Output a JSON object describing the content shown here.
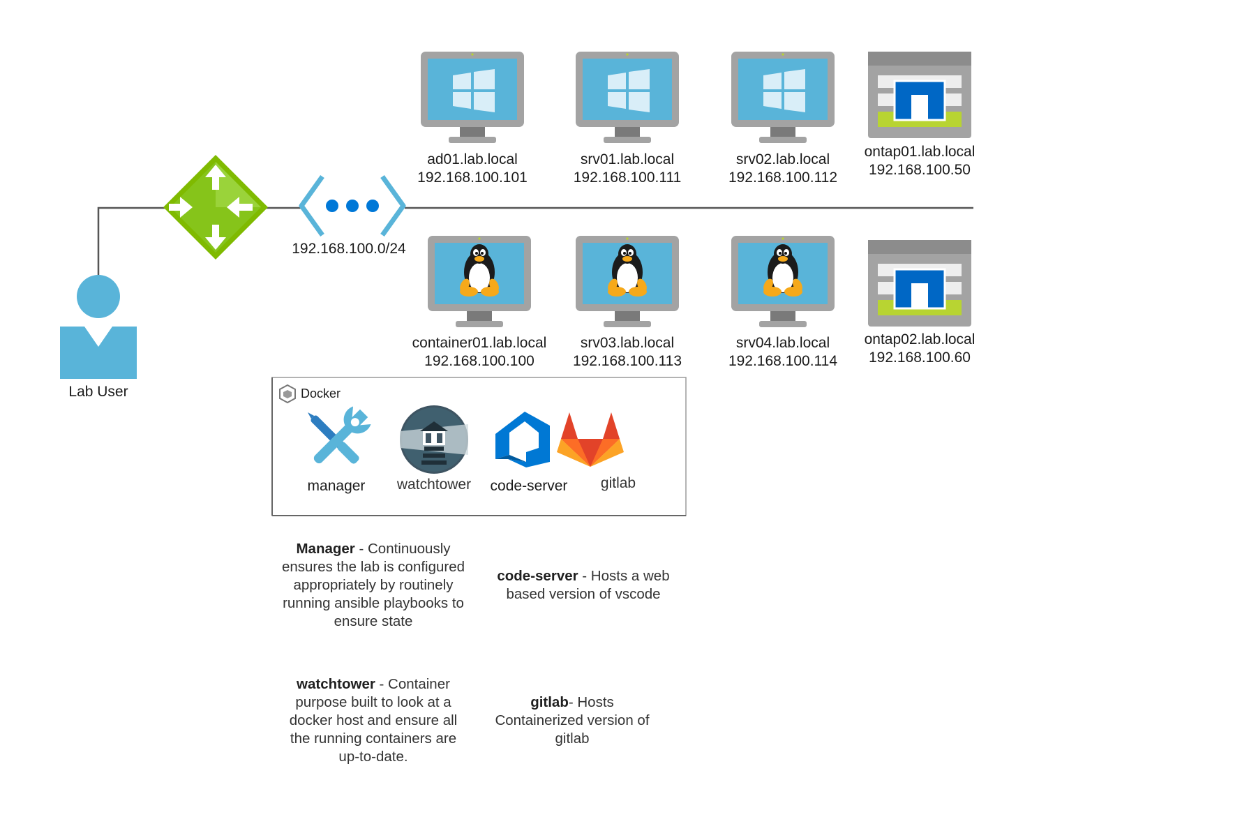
{
  "user": {
    "label": "Lab User"
  },
  "network": {
    "label": "192.168.100.0/24"
  },
  "windows_hosts": [
    {
      "name": "ad01.lab.local",
      "ip": "192.168.100.101"
    },
    {
      "name": "srv01.lab.local",
      "ip": "192.168.100.111"
    },
    {
      "name": "srv02.lab.local",
      "ip": "192.168.100.112"
    }
  ],
  "linux_hosts": [
    {
      "name": "container01.lab.local",
      "ip": "192.168.100.100"
    },
    {
      "name": "srv03.lab.local",
      "ip": "192.168.100.113"
    },
    {
      "name": "srv04.lab.local",
      "ip": "192.168.100.114"
    }
  ],
  "storage": [
    {
      "name": "ontap01.lab.local",
      "ip": "192.168.100.50"
    },
    {
      "name": "ontap02.lab.local",
      "ip": "192.168.100.60"
    }
  ],
  "docker": {
    "title": "Docker",
    "containers": [
      {
        "label": "manager"
      },
      {
        "label": "watchtower"
      },
      {
        "label": "code-server"
      },
      {
        "label": "gitlab"
      }
    ]
  },
  "descriptions": {
    "manager": {
      "title": "Manager",
      "text": " - Continuously ensures the lab is configured appropriately by routinely running ansible playbooks to ensure state"
    },
    "code_server": {
      "title": "code-server",
      "text": " - Hosts a web based version of vscode"
    },
    "watchtower": {
      "title": "watchtower",
      "text": " - Container purpose built to look at a docker host and ensure all the running containers are up-to-date."
    },
    "gitlab": {
      "title": "gitlab",
      "text": "- Hosts Containerized version of gitlab"
    }
  },
  "colors": {
    "monitor_frame": "#a3a3a3",
    "screen": "#59b4d9",
    "router_green": "#7fba00",
    "netapp_blue": "#0067c5",
    "line": "#555555"
  }
}
